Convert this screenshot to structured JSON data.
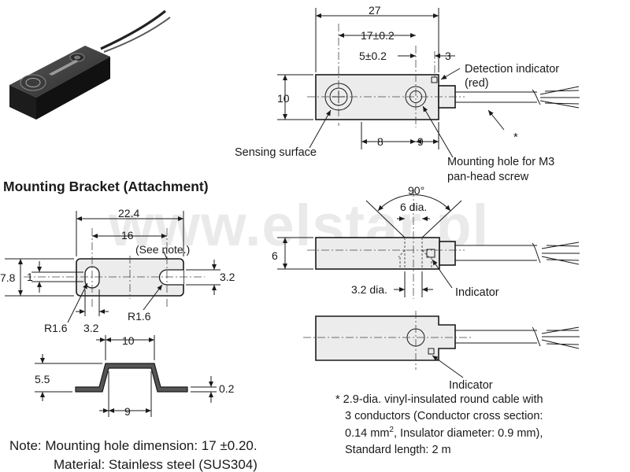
{
  "watermark": "www.elstar.pl",
  "sensor_top": {
    "dims": {
      "overall_width": "27",
      "hole_spacing": "17±0.2",
      "indicator_offset": "5±0.2",
      "indicator_gap": "3",
      "height": "10",
      "seg_a": "8",
      "seg_b": "9"
    },
    "labels": {
      "detection_indicator_1": "Detection indicator",
      "detection_indicator_2": "(red)",
      "sensing_surface": "Sensing surface",
      "mounting_hole_1": "Mounting hole for M3",
      "mounting_hole_2": "pan-head screw",
      "cable_ref": "*"
    }
  },
  "sensor_side": {
    "dims": {
      "angle": "90°",
      "top_hole": "6 dia.",
      "height": "6",
      "bottom_hole": "3.2 dia."
    },
    "labels": {
      "indicator": "Indicator"
    }
  },
  "sensor_bottom": {
    "labels": {
      "indicator": "Indicator"
    }
  },
  "bracket": {
    "heading": "Mounting Bracket (Attachment)",
    "dims": {
      "width": "22.4",
      "hole_spacing": "16",
      "see_note": "(See note.)",
      "total_height": "7.8",
      "hole_height": "1",
      "slot_width": "3.2",
      "r_left": "R1.6",
      "bottom_slot": "3.2",
      "r_right": "R1.6"
    }
  },
  "bracket_profile": {
    "dims": {
      "top_width": "10",
      "height": "5.5",
      "thickness": "0.2",
      "bottom_width": "9"
    }
  },
  "notes": {
    "line1": "Note: Mounting hole dimension: 17 ±0.20.",
    "line2": "Material: Stainless steel (SUS304)"
  },
  "cable_note": {
    "line1": "* 2.9-dia. vinyl-insulated round cable with",
    "line2": "3 conductors (Conductor cross section:",
    "line3a": "0.14 mm",
    "line3sup": "2",
    "line3b": ", Insulator diameter: 0.9 mm),",
    "line4": "Standard length: 2 m"
  }
}
